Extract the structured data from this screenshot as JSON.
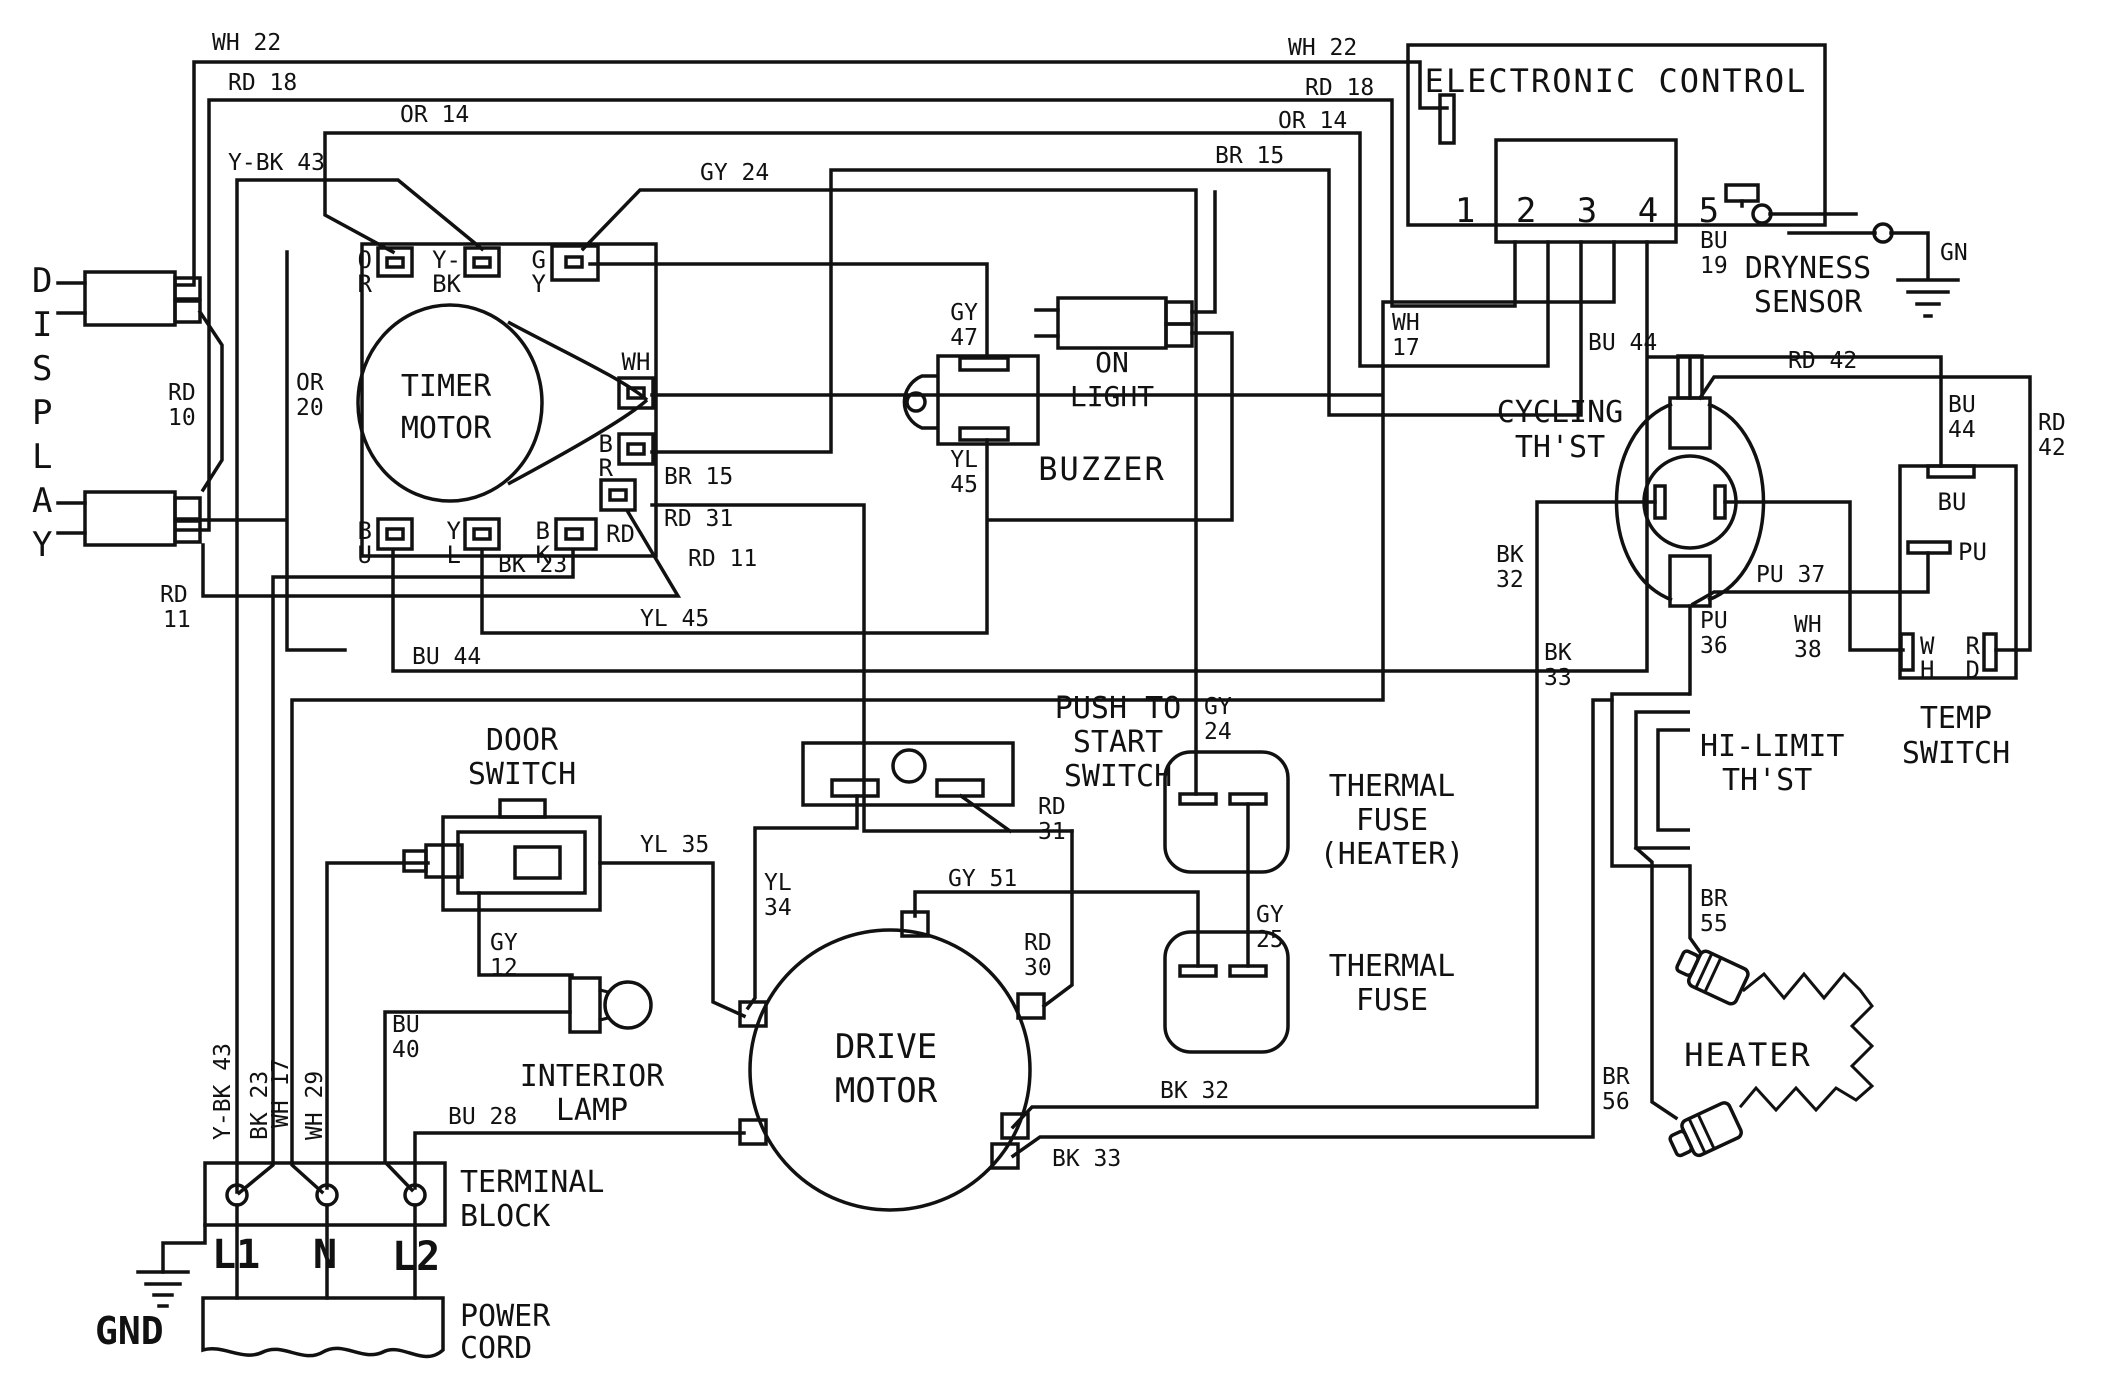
{
  "colors": {
    "ink": "#111111",
    "paper": "#ffffff"
  },
  "labels": {
    "wh22_l": "WH 22",
    "rd18_l": "RD 18",
    "or14_l": "OR 14",
    "ybk43_l": "Y-BK 43",
    "gy24_l": "GY 24",
    "wh22_r": "WH 22",
    "rd18_r": "RD 18",
    "or14_r": "OR 14",
    "br15_r": "BR 15",
    "bu19_1": "BU",
    "bu19_2": "19",
    "gn": "GN",
    "rd10_1": "RD",
    "rd10_2": "10",
    "or20_1": "OR",
    "or20_2": "20",
    "rd11d_1": "RD",
    "rd11d_2": "11",
    "br15_t": "BR 15",
    "rd31_t": "RD 31",
    "rd11_t": "RD 11",
    "bk23_t": "BK 23",
    "yl45_b": "YL 45",
    "bu44_b": "BU 44",
    "gy47_1": "GY",
    "gy47_2": "47",
    "yl45_1": "YL",
    "yl45_2": "45",
    "wh17_1": "WH",
    "wh17_2": "17",
    "bu44_c": "BU 44",
    "rd42_c": "RD 42",
    "bu44t_1": "BU",
    "bu44t_2": "44",
    "rd42t_1": "RD",
    "rd42t_2": "42",
    "bk32_1": "BK",
    "bk32_2": "32",
    "pu37": "PU 37",
    "pu36_1": "PU",
    "pu36_2": "36",
    "wh38_1": "WH",
    "wh38_2": "38",
    "bk33_1": "BK",
    "bk33_2": "33",
    "gy24f_1": "GY",
    "gy24f_2": "24",
    "gy25_1": "GY",
    "gy25_2": "25",
    "rd31p_1": "RD",
    "rd31p_2": "31",
    "yl34_1": "YL",
    "yl34_2": "34",
    "yl35": "YL 35",
    "gy12_1": "GY",
    "gy12_2": "12",
    "gy51": "GY 51",
    "rd30_1": "RD",
    "rd30_2": "30",
    "bk32_bus": "BK 32",
    "bk33_bus": "BK 33",
    "br55_1": "BR",
    "br55_2": "55",
    "br56_1": "BR",
    "br56_2": "56",
    "bu40_1": "BU",
    "bu40_2": "40",
    "bu28": "BU 28",
    "ybk43_v": "Y-BK 43",
    "bk23_v": "BK 23",
    "wh17_v": "WH 17",
    "wh29_v": "WH 29"
  },
  "terminals": {
    "term_or_1": "O",
    "term_or_2": "R",
    "term_ybk_1": "Y-",
    "term_ybk_2": "BK",
    "term_gy_1": "G",
    "term_gy_2": "Y",
    "term_wh": "WH",
    "term_br_1": "B",
    "term_br_2": "R",
    "term_rd": "RD",
    "term_bu_1": "B",
    "term_bu_2": "U",
    "term_yl_1": "Y",
    "term_yl_2": "L",
    "term_bk_1": "B",
    "term_bk_2": "K",
    "tt_bu": "BU",
    "tt_pu": "PU",
    "tt_w1": "W",
    "tt_w2": "H",
    "tt_r1": "R",
    "tt_r2": "D",
    "ec_pins": "1 2 3 4 5"
  },
  "components": {
    "display": "DISPLAY",
    "electronic_control": "ELECTRONIC CONTROL",
    "dryness_1": "DRYNESS",
    "dryness_2": "SENSOR",
    "timer_1": "TIMER",
    "timer_2": "MOTOR",
    "on_light_1": "ON",
    "on_light_2": "LIGHT",
    "buzzer": "BUZZER",
    "cycling_1": "CYCLING",
    "cycling_2": "TH'ST",
    "temp_1": "TEMP",
    "temp_2": "SWITCH",
    "hilimit_1": "HI-LIMIT",
    "hilimit_2": "TH'ST",
    "heater": "HEATER",
    "pts_1": "PUSH TO",
    "pts_2": "START",
    "pts_3": "SWITCH",
    "tf_heater_1": "THERMAL",
    "tf_heater_2": "FUSE",
    "tf_heater_3": "(HEATER)",
    "tf_1": "THERMAL",
    "tf_2": "FUSE",
    "door_1": "DOOR",
    "door_2": "SWITCH",
    "lamp_1": "INTERIOR",
    "lamp_2": "LAMP",
    "drive_1": "DRIVE",
    "drive_2": "MOTOR",
    "tblock_1": "TERMINAL",
    "tblock_2": "BLOCK",
    "pcord_1": "POWER",
    "pcord_2": "CORD",
    "gnd": "GND",
    "l1": "L1",
    "n": "N",
    "l2": "L2"
  }
}
